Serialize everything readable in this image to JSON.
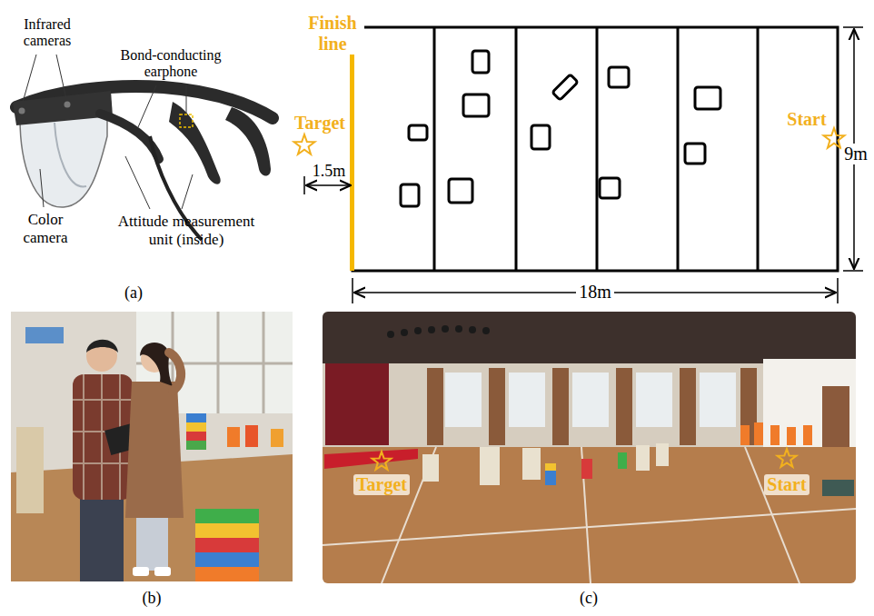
{
  "diagram": {
    "labels": [
      "Infrared cameras",
      "Bond-conducting earphone",
      "Color camera",
      "Attitude measurement unit (inside)",
      "(a)",
      "Finish line",
      "Target",
      "1.5m",
      "Start",
      "9m",
      "18m",
      "(b)",
      "Target",
      "Start",
      "(c)"
    ]
  }
}
